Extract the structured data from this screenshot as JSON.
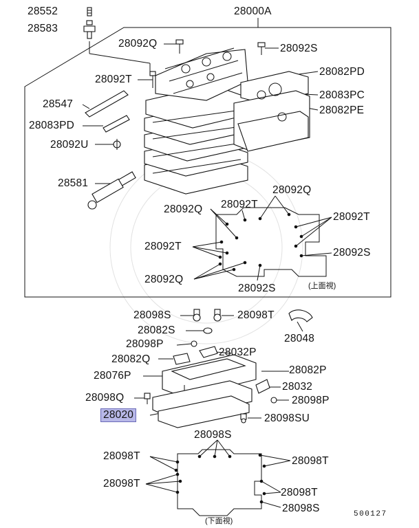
{
  "diagram_code": "500127",
  "notes": {
    "upper_view": "(上面視)",
    "lower_view": "(下面視)"
  },
  "labels": {
    "p28552": "28552",
    "p28583": "28583",
    "p28000A": "28000A",
    "p28092Q_top": "28092Q",
    "p28092S_top": "28092S",
    "p28092T_left": "28092T",
    "p28082PD": "28082PD",
    "p28083PC": "28083PC",
    "p28082PE": "28082PE",
    "p28547": "28547",
    "p28083PD": "28083PD",
    "p28092U": "28092U",
    "p28581": "28581",
    "p28092Q_r": "28092Q",
    "p28092T_c": "28092T",
    "p28092Q_l": "28092Q",
    "p28092T_r": "28092T",
    "p28092T_l": "28092T",
    "p28092S_r": "28092S",
    "p28092Q_b": "28092Q",
    "p28092S_b": "28092S",
    "p28098S": "28098S",
    "p28098T": "28098T",
    "p28082S": "28082S",
    "p28048": "28048",
    "p28098P_l": "28098P",
    "p28082Q": "28082Q",
    "p28032P": "28032P",
    "p28076P": "28076P",
    "p28082P": "28082P",
    "p28032": "28032",
    "p28098Q": "28098Q",
    "p28098P_r": "28098P",
    "p28020": "28020",
    "p28098SU": "28098SU",
    "p28098S_lower": "28098S",
    "p28098T_lower_l1": "28098T",
    "p28098T_lower_r1": "28098T",
    "p28098T_lower_l2": "28098T",
    "p28098T_lower_r2": "28098T",
    "p28098S_lower_b": "28098S"
  },
  "colors": {
    "highlight": "#b8b8e8",
    "line": "#111111"
  }
}
